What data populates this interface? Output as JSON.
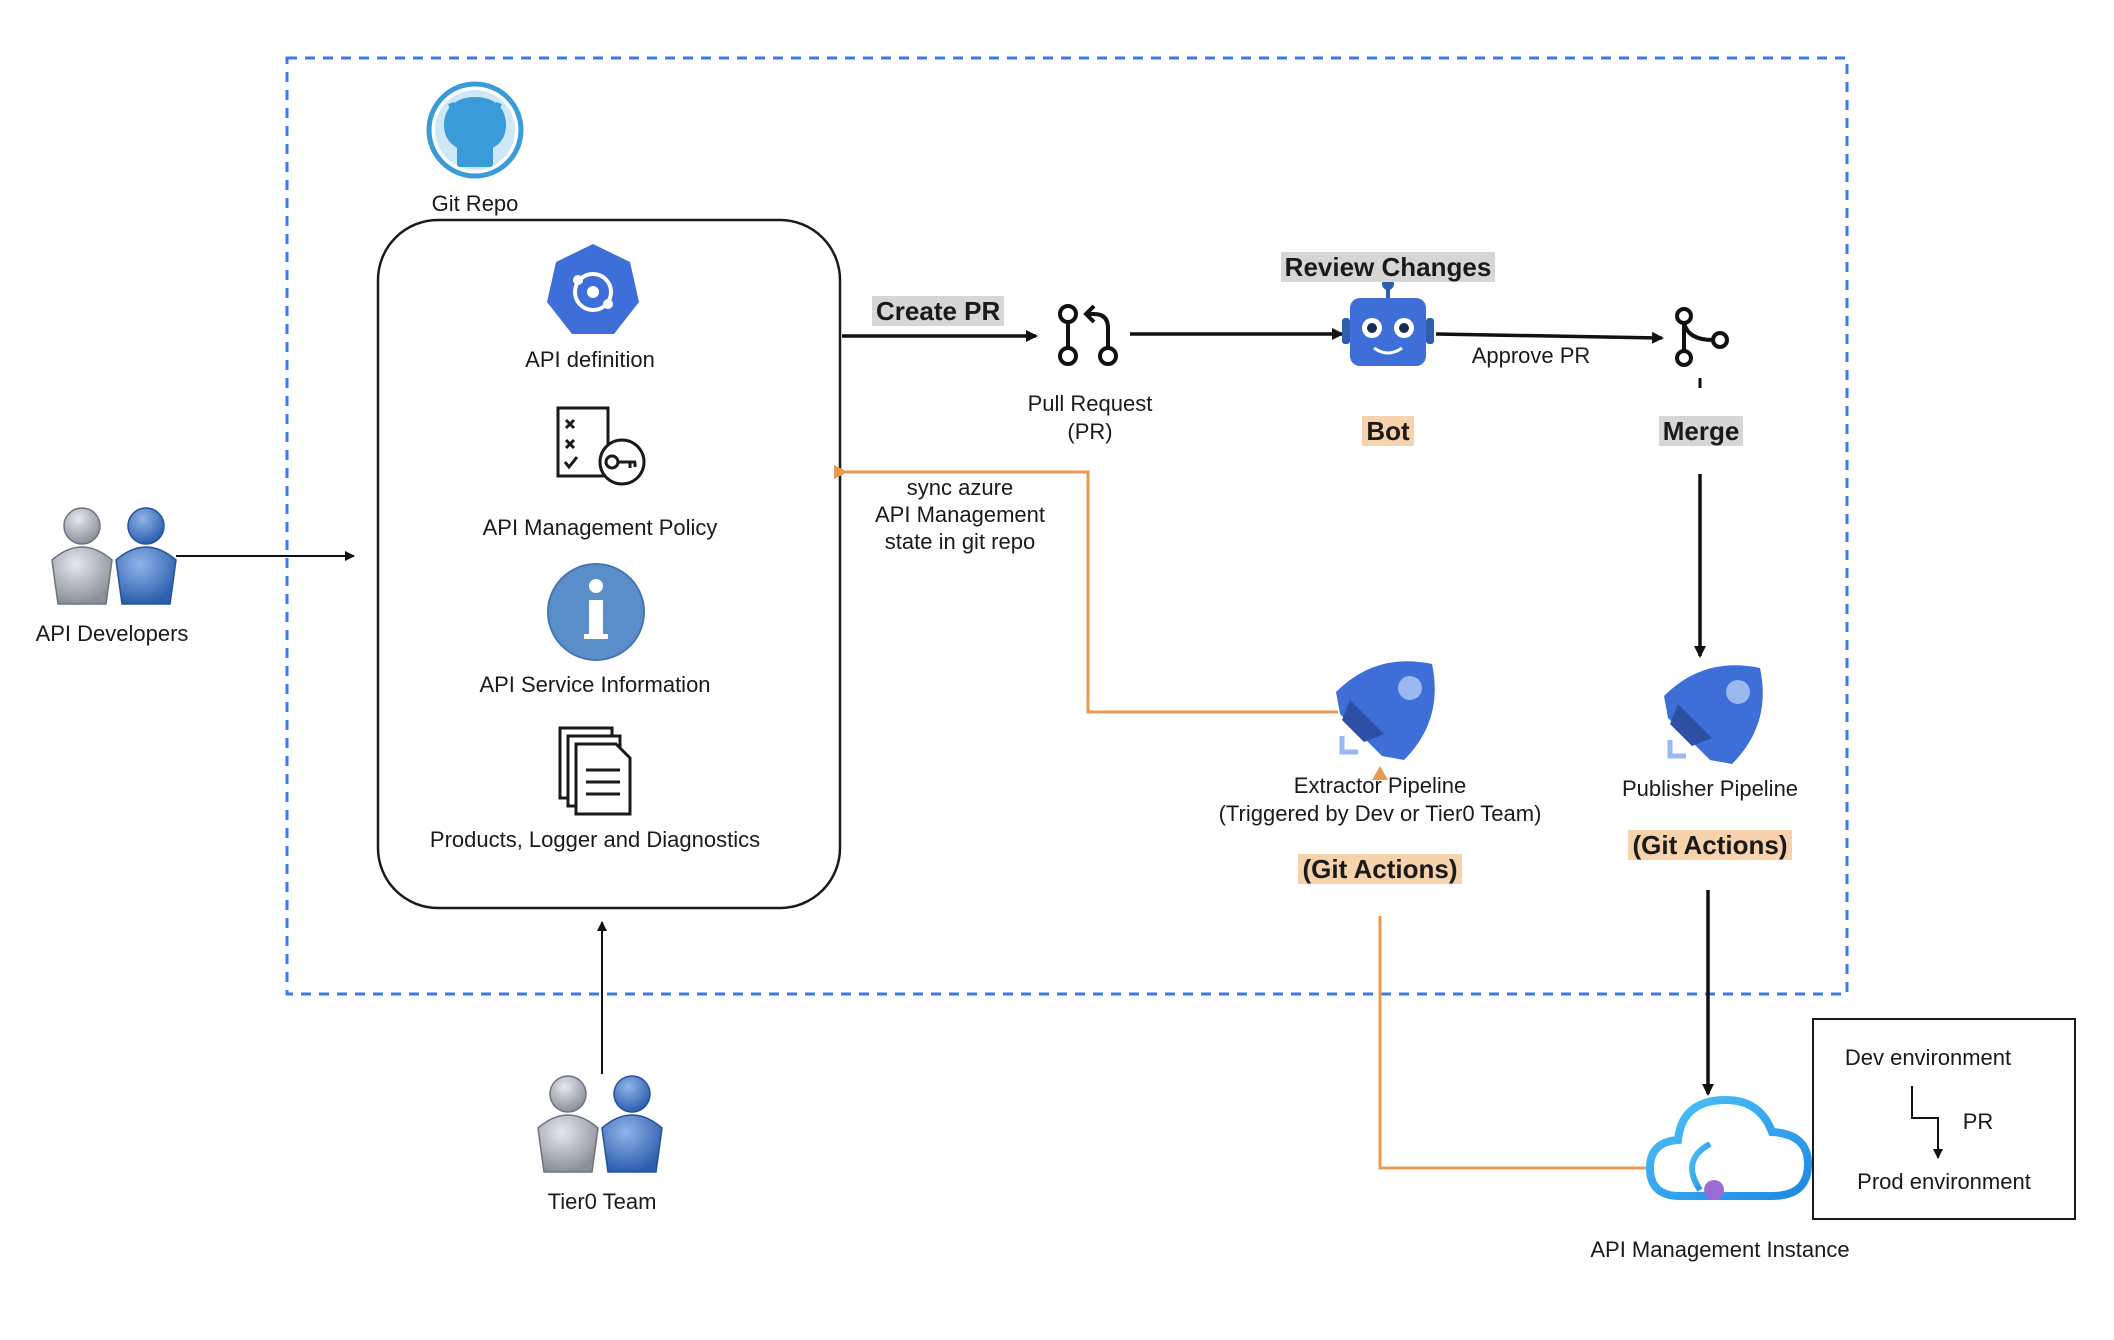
{
  "git_repo_label": "Git Repo",
  "repo_items": {
    "api_definition": "API definition",
    "api_policy": "API Management Policy",
    "api_service_info": "API Service Information",
    "products_logger": "Products, Logger and Diagnostics"
  },
  "actors": {
    "api_developers": "API Developers",
    "tier0_team": "Tier0 Team"
  },
  "flow": {
    "create_pr": "Create PR",
    "pull_request_line1": "Pull Request",
    "pull_request_line2": "(PR)",
    "review_changes": "Review Changes",
    "bot": "Bot",
    "approve_pr": "Approve PR",
    "merge": "Merge",
    "sync_line1": "sync azure",
    "sync_line2": "API Management",
    "sync_line3": "state in git repo"
  },
  "pipelines": {
    "extractor_line1": "Extractor Pipeline",
    "extractor_line2": "(Triggered by Dev or Tier0 Team)",
    "extractor_tag": "(Git Actions)",
    "publisher": "Publisher Pipeline",
    "publisher_tag": "(Git Actions)"
  },
  "apim_instance": "API Management Instance",
  "legend": {
    "dev": "Dev environment",
    "pr": "PR",
    "prod": "Prod environment"
  },
  "colors": {
    "boundary": "#3b7be8",
    "sync_line": "#e99a4f",
    "azure_blue": "#3e6fd8",
    "git_icon": "#3a9bd9"
  }
}
